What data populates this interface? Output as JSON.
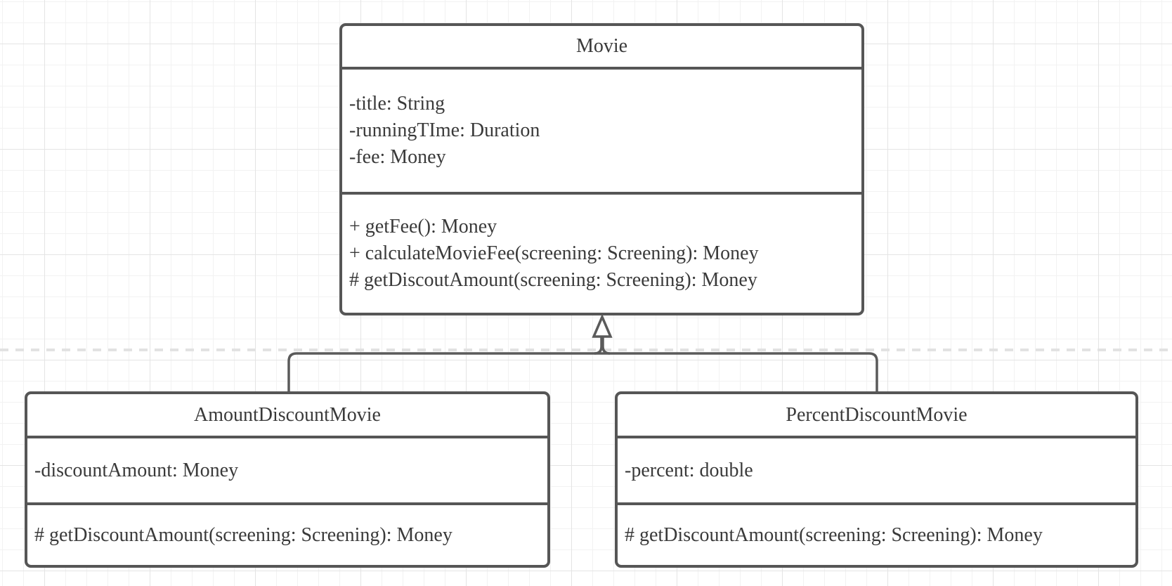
{
  "diagram": {
    "type": "uml-class-diagram",
    "classes": [
      {
        "name": "Movie",
        "attributes": [
          "-title: String",
          "-runningTIme: Duration",
          "-fee: Money"
        ],
        "methods": [
          "+ getFee(): Money",
          "+ calculateMovieFee(screening: Screening): Money",
          "# getDiscoutAmount(screening: Screening): Money"
        ]
      },
      {
        "name": "AmountDiscountMovie",
        "attributes": [
          "-discountAmount: Money"
        ],
        "methods": [
          "# getDiscountAmount(screening: Screening): Money"
        ]
      },
      {
        "name": "PercentDiscountMovie",
        "attributes": [
          "-percent: double"
        ],
        "methods": [
          "# getDiscountAmount(screening: Screening): Money"
        ]
      }
    ],
    "relationships": [
      {
        "type": "generalization",
        "parent": "Movie",
        "children": [
          "AmountDiscountMovie",
          "PercentDiscountMovie"
        ],
        "arrow": "hollow-triangle"
      }
    ],
    "colors": {
      "box_border": "#565656",
      "box_fill": "#ffffff",
      "text": "#3a3a3a",
      "connector": "#5a5a5a",
      "dashed_guide": "#e2e2e2",
      "grid_minor": "#f2f2f2",
      "grid_major": "#e4e4e4",
      "background": "#ffffff"
    }
  }
}
